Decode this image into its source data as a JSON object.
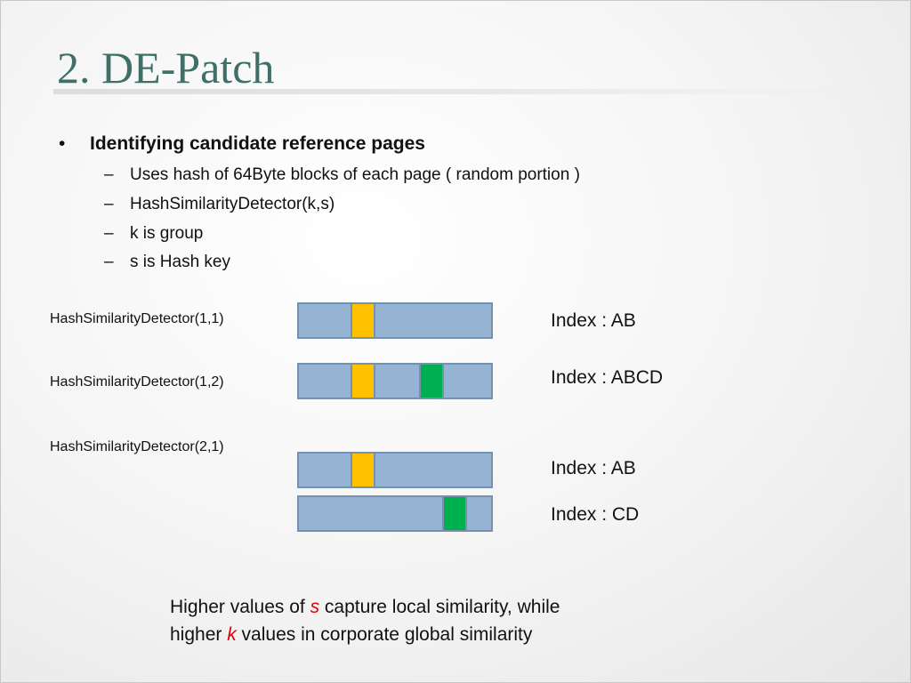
{
  "slide": {
    "title": "2. DE-Patch",
    "bullet": "Identifying candidate reference pages",
    "bullet_marker": "•",
    "dash": "–",
    "sub_bullets": [
      "Uses hash of 64Byte blocks of each page ( random portion )",
      "HashSimilarityDetector(k,s)",
      "k is group",
      "s is Hash key"
    ]
  },
  "diagram": {
    "labels": [
      "HashSimilarityDetector(1,1)",
      "HashSimilarityDetector(1,2)",
      "HashSimilarityDetector(2,1)"
    ],
    "indexes": [
      "Index : AB",
      "Index : ABCD",
      "Index : AB",
      "Index : CD"
    ],
    "colors": {
      "bar": "#95b3d3",
      "bar_border": "#7690b0",
      "hash_a": "#ffc000",
      "hash_b": "#00b050"
    }
  },
  "note": {
    "l1_pre": "Higher values of ",
    "l1_var": "s",
    "l1_post": " capture local similarity, while",
    "l2_pre": "higher ",
    "l2_var": "k",
    "l2_post": " values in corporate global similarity"
  }
}
